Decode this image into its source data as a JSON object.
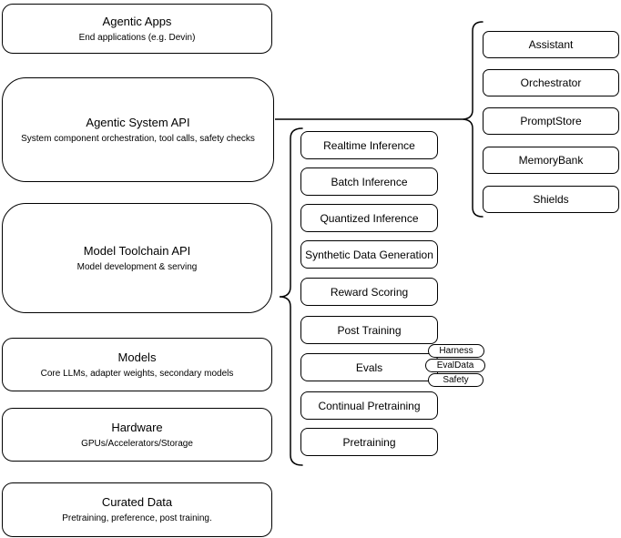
{
  "colors": {
    "stroke": "#000000",
    "background": "#ffffff",
    "text": "#000000"
  },
  "stack": [
    {
      "title": "Agentic Apps",
      "subtitle": "End applications (e.g. Devin)"
    },
    {
      "title": "Agentic System API",
      "subtitle": "System component orchestration, tool calls, safety checks"
    },
    {
      "title": "Model Toolchain API",
      "subtitle": "Model development & serving"
    },
    {
      "title": "Models",
      "subtitle": "Core LLMs, adapter weights, secondary models"
    },
    {
      "title": "Hardware",
      "subtitle": "GPUs/Accelerators/Storage"
    },
    {
      "title": "Curated Data",
      "subtitle": "Pretraining, preference, post training."
    }
  ],
  "toolchain": {
    "items": [
      "Realtime Inference",
      "Batch Inference",
      "Quantized Inference",
      "Synthetic Data Generation",
      "Reward Scoring",
      "Post Training",
      "Evals",
      "Continual Pretraining",
      "Pretraining"
    ],
    "evals_tags": [
      "Harness",
      "EvalData",
      "Safety"
    ]
  },
  "system_components": {
    "items": [
      "Assistant",
      "Orchestrator",
      "PromptStore",
      "MemoryBank",
      "Shields"
    ]
  }
}
